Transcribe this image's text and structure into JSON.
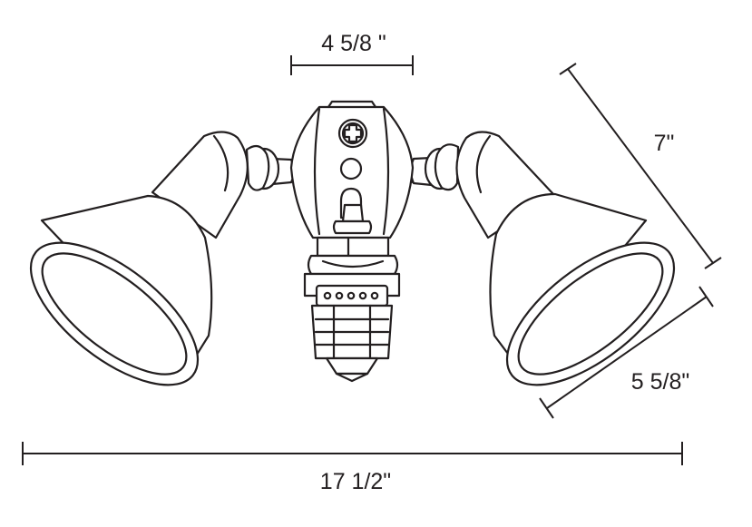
{
  "dimensions": {
    "mount_width": "4 5/8 \"",
    "height": "7\"",
    "head_diameter": "5 5/8\"",
    "overall_width": "17 1/2\""
  },
  "colors": {
    "line": "#231f20",
    "background": "#ffffff"
  }
}
